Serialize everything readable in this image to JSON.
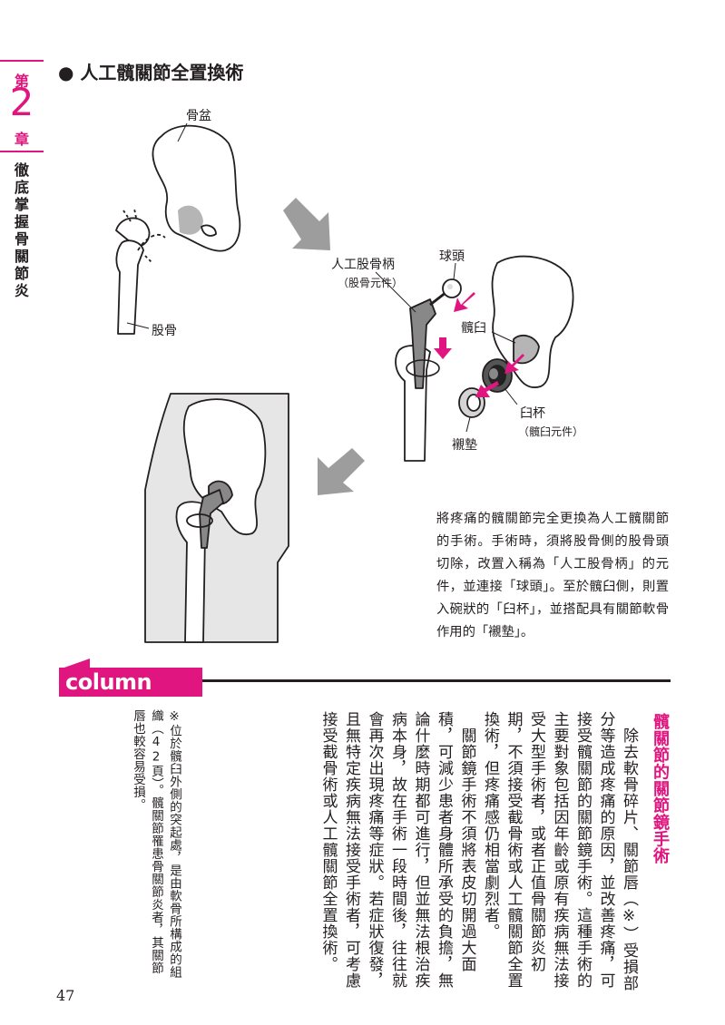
{
  "chapter": {
    "label_top": "第",
    "number": "2",
    "label_bottom": "章",
    "title": "徹底掌握骨關節炎"
  },
  "section": {
    "bullet": "●",
    "title": "人工髖關節全置換術"
  },
  "figure": {
    "labels": {
      "pelvis": "骨盆",
      "femur": "股骨",
      "ball_head": "球頭",
      "stem": "人工股骨柄",
      "stem_note": "（股骨元件）",
      "acetabulum": "髖臼",
      "cup": "臼杯",
      "cup_note": "（髖臼元件）",
      "liner": "襯墊"
    },
    "colors": {
      "accent": "#e0157f",
      "bone_fill": "#ffffff",
      "cartilage_gray": "#b5b5b5",
      "arrow_gray": "#9d9d9d",
      "body_gray": "#e6e6e6"
    }
  },
  "caption": "將疼痛的髖關節完全更換為人工髖關節的手術。手術時，須將股骨側的股骨頭切除，改置入稱為「人工股骨柄」的元件，並連接「球頭」。至於髖臼側，則置入碗狀的「臼杯」，並搭配具有關節軟骨作用的「襯墊」。",
  "column": {
    "banner": "column",
    "heading": "髖關節的關節鏡手術",
    "paragraphs": [
      "　除去軟骨碎片、關節唇（※）受損部分等造成疼痛的原因，並改善疼痛，可接受髖關節的關節鏡手術。這種手術的主要對象包括因年齡或原有疾病無法接受大型手術者，或者正值骨關節炎初期，不須接受截骨術或人工髖關節全置換術，但疼痛感仍相當劇烈者。",
      "　關節鏡手術不須將表皮切開過大面積，可減少患者身體所承受的負擔，無論什麼時期都可進行，但並無法根治疾病本身，故在手術一段時間後，往往就會再次出現疼痛等症狀。若症狀復發，且無特定疾病無法接受手術者，可考慮接受截骨術或人工髖關節全置換術。"
    ],
    "note": "※位於髖臼外側的突起處，是由軟骨所構成的組織（42頁）。髖關節罹患骨關節炎者，其關節唇也較容易受損。"
  },
  "page_number": "47"
}
